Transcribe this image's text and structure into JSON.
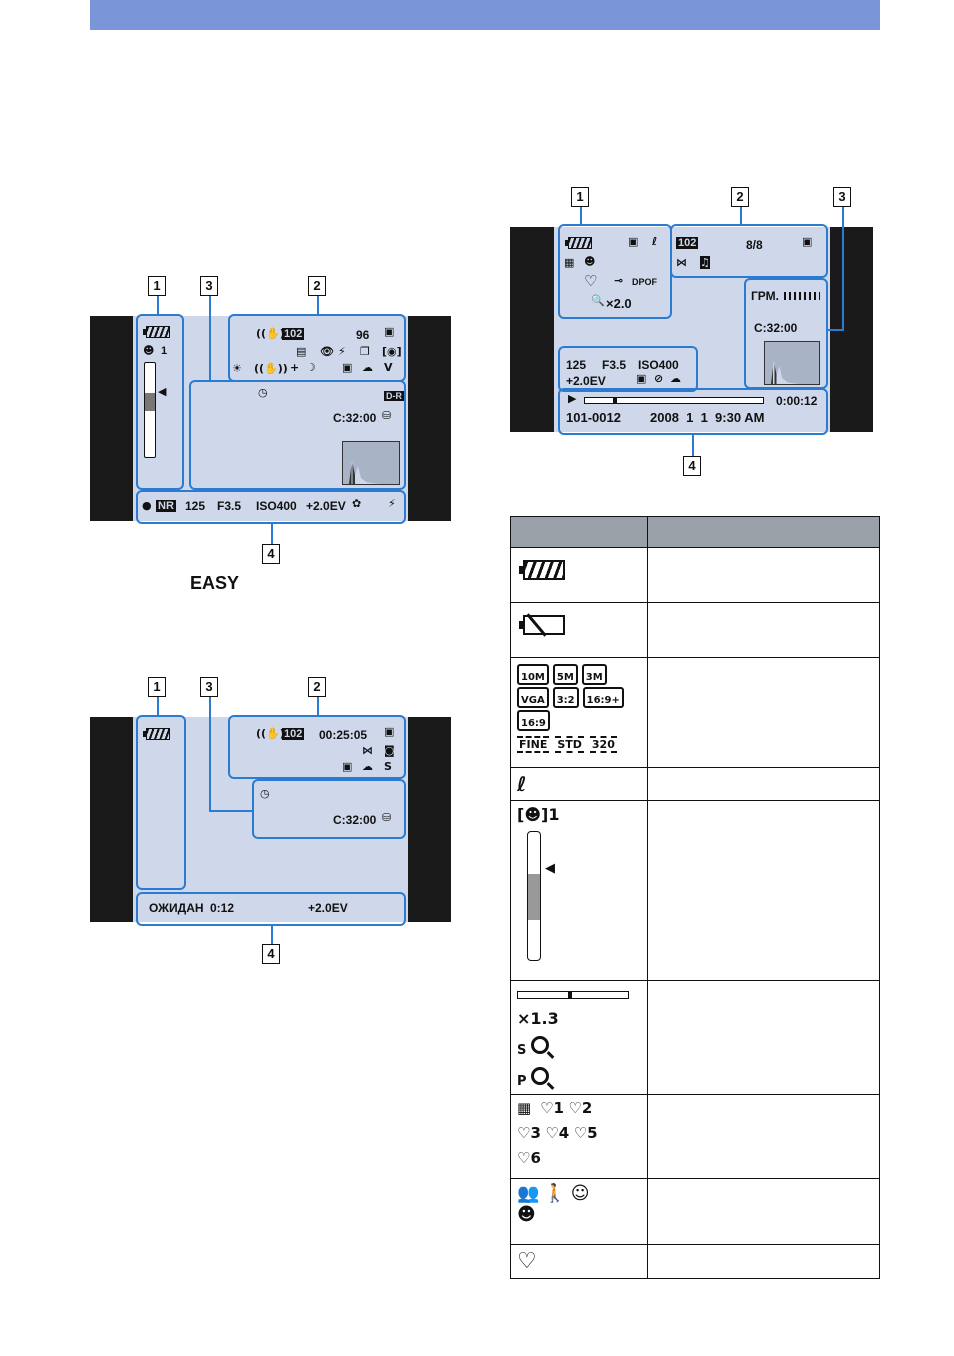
{
  "colors": {
    "header_bar": "#7b96d8",
    "callout": "#2b7bd0",
    "lcd": "#cfd8ea"
  },
  "labels": {
    "n1": "1",
    "n2": "2",
    "n3": "3",
    "n4": "4"
  },
  "shot1": {
    "face_count": "1",
    "folder": "102",
    "shots": "96",
    "clock": "C:32:00",
    "dro": "D-R",
    "bottom": {
      "nr": "NR",
      "shutter": "125",
      "aperture": "F3.5",
      "iso": "ISO400",
      "ev": "+2.0EV"
    }
  },
  "easy": "EASY",
  "shot2": {
    "folder": "102",
    "time": "00:25:05",
    "clock": "C:32:00",
    "standby": "ОЖИДАН",
    "rec_time": "0:12",
    "ev": "+2.0EV"
  },
  "play": {
    "dpof": "DPOF",
    "zoom": "×2.0",
    "folder": "102",
    "count": "8/8",
    "volume": "ГРМ.",
    "clock": "C:32:00",
    "shutter": "125",
    "aperture": "F3.5",
    "iso": "ISO400",
    "ev": "+2.0EV",
    "elapsed": "0:00:12",
    "file": "101-0012",
    "date": "2008  1  1  9:30 AM"
  },
  "table": {
    "sizes": [
      "10M",
      "5M",
      "3M",
      "VGA",
      "3:2",
      "16:9+",
      "16:9"
    ],
    "film": [
      "FINE",
      "STD",
      "320"
    ],
    "face_count": "1",
    "zoom_x": "×1.3",
    "zoom_s": "S",
    "zoom_p": "P",
    "fav": [
      "♡1",
      "♡2",
      "♡3",
      "♡4",
      "♡5",
      "♡6"
    ]
  }
}
